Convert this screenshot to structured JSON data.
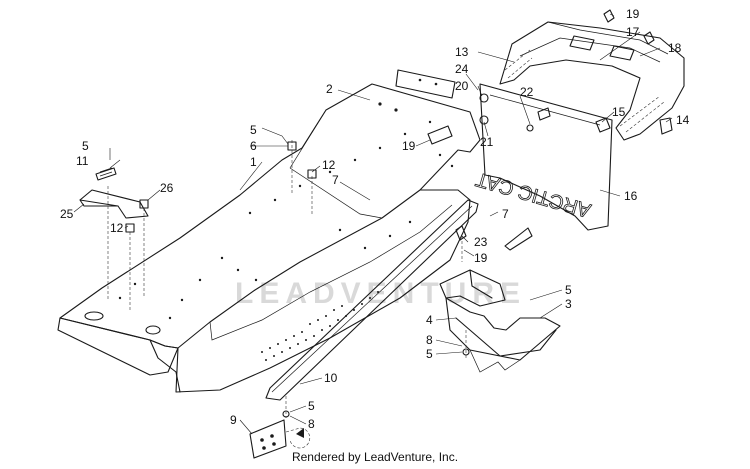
{
  "watermark": "LEADVENTURE",
  "credit": "Rendered by LeadVenture, Inc.",
  "flap_text": "ARCTIC CAT",
  "callouts": {
    "c1": "1",
    "c2": "2",
    "c3": "3",
    "c4": "4",
    "c5a": "5",
    "c5b": "5",
    "c5c": "5",
    "c5d": "5",
    "c5e": "5",
    "c6": "6",
    "c7a": "7",
    "c7b": "7",
    "c8a": "8",
    "c8b": "8",
    "c9": "9",
    "c10": "10",
    "c11": "11",
    "c12a": "12",
    "c12b": "12",
    "c13": "13",
    "c14": "14",
    "c15": "15",
    "c16": "16",
    "c17": "17",
    "c18": "18",
    "c19a": "19",
    "c19b": "19",
    "c19c": "19",
    "c20": "20",
    "c21": "21",
    "c22": "22",
    "c23": "23",
    "c24": "24",
    "c25": "25",
    "c26": "26"
  }
}
